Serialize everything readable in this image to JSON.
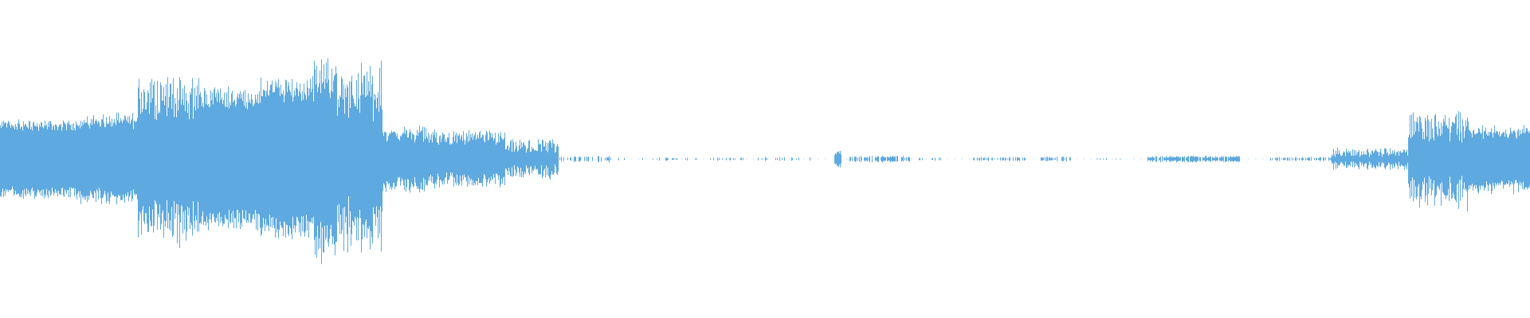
{
  "waveform": {
    "color": "#5ea9e0",
    "background": "#ffffff",
    "shape": "symmetric-amplitude-envelope",
    "segments": [
      {
        "from": 0.0,
        "to": 0.05,
        "amplitude": [
          0.3,
          0.34
        ],
        "fill": 1.0
      },
      {
        "from": 0.05,
        "to": 0.09,
        "amplitude": [
          0.32,
          0.4
        ],
        "fill": 1.0
      },
      {
        "from": 0.09,
        "to": 0.13,
        "amplitude": [
          0.4,
          0.78
        ],
        "fill": 1.0
      },
      {
        "from": 0.13,
        "to": 0.17,
        "amplitude": [
          0.55,
          0.62
        ],
        "fill": 1.0
      },
      {
        "from": 0.17,
        "to": 0.205,
        "amplitude": [
          0.6,
          0.72
        ],
        "fill": 1.0
      },
      {
        "from": 0.205,
        "to": 0.22,
        "amplitude": [
          0.65,
          0.9
        ],
        "fill": 1.0
      },
      {
        "from": 0.22,
        "to": 0.25,
        "amplitude": [
          0.4,
          0.85
        ],
        "fill": 1.0
      },
      {
        "from": 0.25,
        "to": 0.28,
        "amplitude": [
          0.18,
          0.3
        ],
        "fill": 1.0
      },
      {
        "from": 0.28,
        "to": 0.33,
        "amplitude": [
          0.14,
          0.26
        ],
        "fill": 1.0
      },
      {
        "from": 0.33,
        "to": 0.365,
        "amplitude": [
          0.05,
          0.18
        ],
        "fill": 1.0
      },
      {
        "from": 0.365,
        "to": 0.4,
        "amplitude": [
          0.01,
          0.03
        ],
        "fill": 0.35
      },
      {
        "from": 0.4,
        "to": 0.49,
        "amplitude": [
          0.005,
          0.015
        ],
        "fill": 0.18
      },
      {
        "from": 0.49,
        "to": 0.53,
        "amplitude": [
          0.005,
          0.02
        ],
        "fill": 0.22
      },
      {
        "from": 0.545,
        "to": 0.55,
        "amplitude": [
          0.04,
          0.08
        ],
        "fill": 1.0
      },
      {
        "from": 0.555,
        "to": 0.595,
        "amplitude": [
          0.01,
          0.03
        ],
        "fill": 0.7
      },
      {
        "from": 0.6,
        "to": 0.615,
        "amplitude": [
          0.005,
          0.015
        ],
        "fill": 0.4
      },
      {
        "from": 0.635,
        "to": 0.67,
        "amplitude": [
          0.005,
          0.02
        ],
        "fill": 0.45
      },
      {
        "from": 0.68,
        "to": 0.7,
        "amplitude": [
          0.01,
          0.025
        ],
        "fill": 0.6
      },
      {
        "from": 0.71,
        "to": 0.74,
        "amplitude": [
          0.003,
          0.01
        ],
        "fill": 0.15
      },
      {
        "from": 0.75,
        "to": 0.81,
        "amplitude": [
          0.01,
          0.03
        ],
        "fill": 0.85
      },
      {
        "from": 0.83,
        "to": 0.87,
        "amplitude": [
          0.005,
          0.02
        ],
        "fill": 0.6
      },
      {
        "from": 0.87,
        "to": 0.92,
        "amplitude": [
          0.02,
          0.1
        ],
        "fill": 1.0
      },
      {
        "from": 0.92,
        "to": 0.96,
        "amplitude": [
          0.18,
          0.45
        ],
        "fill": 1.0
      },
      {
        "from": 0.96,
        "to": 1.0,
        "amplitude": [
          0.22,
          0.3
        ],
        "fill": 1.0
      }
    ]
  }
}
